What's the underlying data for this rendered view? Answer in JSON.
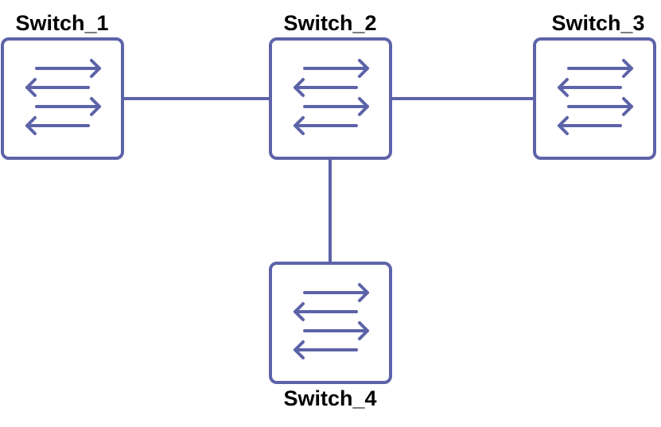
{
  "colors": {
    "stroke": "#5d63a8",
    "background": "#ffffff",
    "text": "#000000"
  },
  "nodes": [
    {
      "id": "switch_1",
      "label": "Switch_1",
      "icon": "switch-icon"
    },
    {
      "id": "switch_2",
      "label": "Switch_2",
      "icon": "switch-icon"
    },
    {
      "id": "switch_3",
      "label": "Switch_3",
      "icon": "switch-icon"
    },
    {
      "id": "switch_4",
      "label": "Switch_4",
      "icon": "switch-icon"
    }
  ],
  "links": [
    {
      "from": "switch_1",
      "to": "switch_2"
    },
    {
      "from": "switch_2",
      "to": "switch_3"
    },
    {
      "from": "switch_2",
      "to": "switch_4"
    }
  ]
}
